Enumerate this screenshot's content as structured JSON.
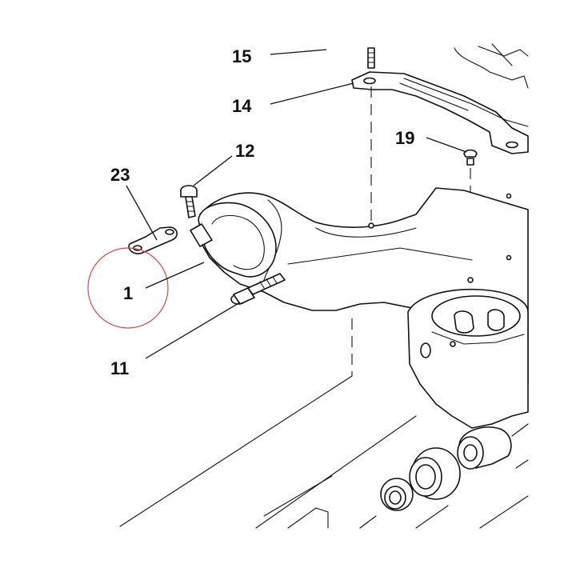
{
  "labels": {
    "p1": "1",
    "p11": "11",
    "p12": "12",
    "p14": "14",
    "p15": "15",
    "p19": "19",
    "p23": "23"
  },
  "colors": {
    "line": "#111111",
    "highlight": "#d04848",
    "background": "#ffffff"
  },
  "highlighted_part": "1"
}
